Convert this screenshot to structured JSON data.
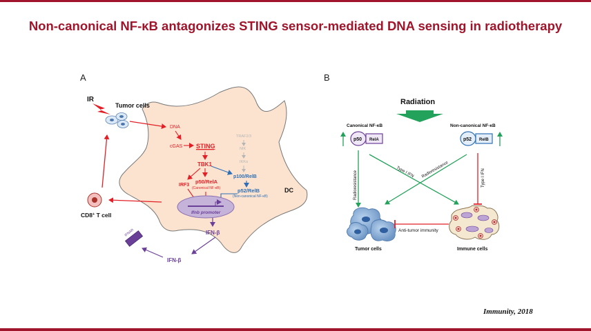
{
  "slide": {
    "title": "Non-canonical NF-κB antagonizes STING sensor-mediated DNA sensing in radiotherapy",
    "citation": "Immunity, 2018",
    "colors": {
      "title": "#a0152b",
      "bar": "#a0152b",
      "cell": "#fbe3cf",
      "red": "#e21f26",
      "blue": "#2e6fb5",
      "purple": "#6a3f98",
      "green": "#22a25a",
      "grey": "#b5b5b5"
    }
  },
  "panel_a": {
    "label": "A",
    "ir": "IR",
    "tumor_cells": "Tumor cells",
    "dna": "DNA",
    "cgas": "cGAS",
    "sting": "STING",
    "tbk1": "TBK1",
    "irf3": "IRF3",
    "p50_rela": "p50/RelA",
    "canonical": "(Canonical NF-κB)",
    "traf": "TRAF2/3",
    "nik": "NIK",
    "ikka": "IKKα",
    "p100_relb": "p100/RelB",
    "p52_relb": "p52/RelB",
    "noncanonical": "(Non-canonical NF-κB)",
    "promoter": "Ifnb promoter",
    "ifnb_inner": "IFN-β",
    "ifnb_outer": "IFN-β",
    "ifnar": "IFNAR",
    "cd8_prefix": "CD8",
    "cd8_sup": "+",
    "cd8_suffix": " T cell",
    "dc": "DC"
  },
  "panel_b": {
    "label": "B",
    "radiation": "Radiation",
    "canonical": "Canonical NF-κB",
    "noncanonical": "Non-canonical NF-κB",
    "p50": "p50",
    "rela": "RelA",
    "p52": "p52",
    "relb": "RelB",
    "radioresistance_left": "Radioresistance",
    "type_ifn_cross": "Type I IFN",
    "radioresistance_cross": "Radioresistance",
    "type_ifn_right": "Type I IFN",
    "anti_tumor": "Anti-tumor immunity",
    "tumor_cells": "Tumor cells",
    "immune_cells": "Immune cells"
  }
}
